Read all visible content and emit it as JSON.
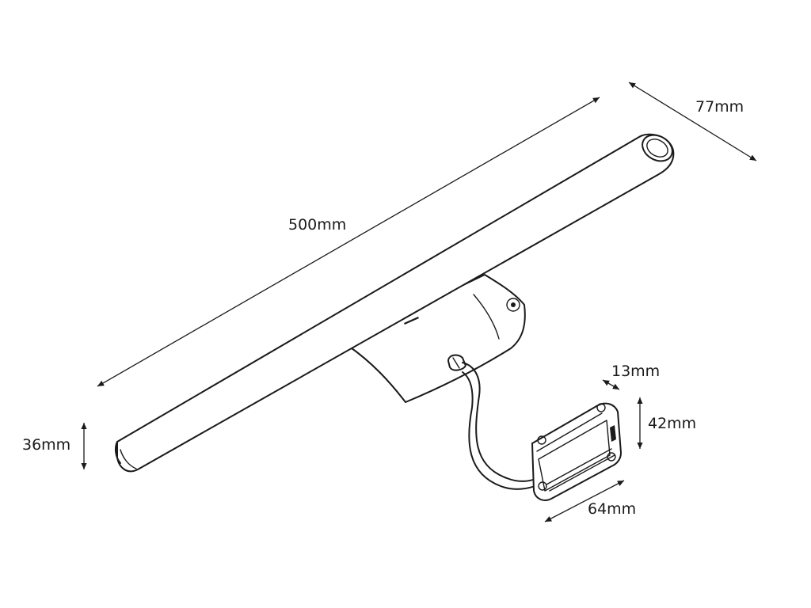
{
  "dimensions": {
    "length": "500mm",
    "depth": "77mm",
    "diameter": "36mm",
    "driver_thickness": "13mm",
    "driver_height": "42mm",
    "driver_width": "64mm"
  },
  "colors": {
    "line": "#1a1a1a",
    "background": "#ffffff"
  }
}
